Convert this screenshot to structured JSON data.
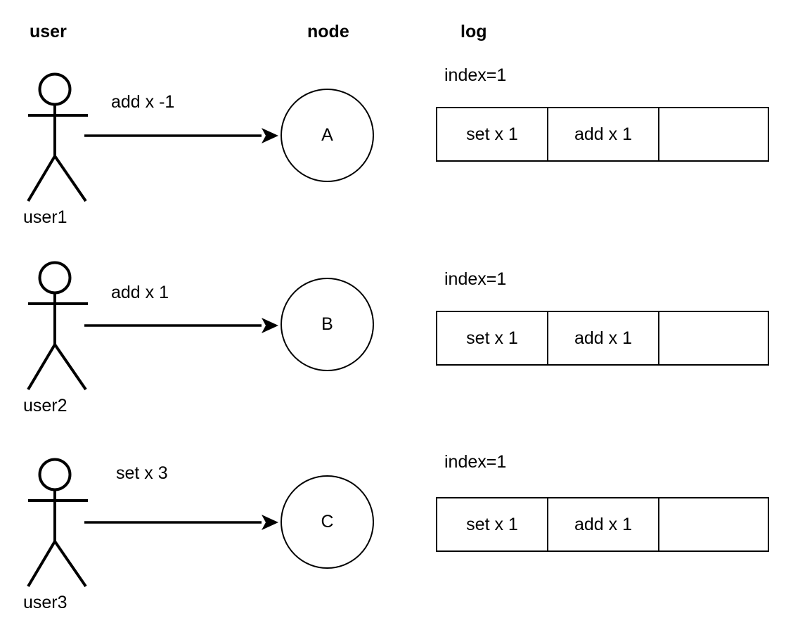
{
  "headers": {
    "user": "user",
    "node": "node",
    "log": "log"
  },
  "colors": {
    "stroke": "#000000",
    "background": "#ffffff"
  },
  "rows": [
    {
      "actor_label": "user1",
      "actor_icon": "stick-figure-icon",
      "arrow_label": "add x -1",
      "arrow_icon": "arrow-right-icon",
      "node_label": "A",
      "log": {
        "index_label": "index=1",
        "cells": [
          "set x 1",
          "add x 1",
          ""
        ]
      }
    },
    {
      "actor_label": "user2",
      "actor_icon": "stick-figure-icon",
      "arrow_label": "add x 1",
      "arrow_icon": "arrow-right-icon",
      "node_label": "B",
      "log": {
        "index_label": "index=1",
        "cells": [
          "set x 1",
          "add x 1",
          ""
        ]
      }
    },
    {
      "actor_label": "user3",
      "actor_icon": "stick-figure-icon",
      "arrow_label": "set x 3",
      "arrow_icon": "arrow-right-icon",
      "node_label": "C",
      "log": {
        "index_label": "index=1",
        "cells": [
          "set x 1",
          "add x 1",
          ""
        ]
      }
    }
  ]
}
